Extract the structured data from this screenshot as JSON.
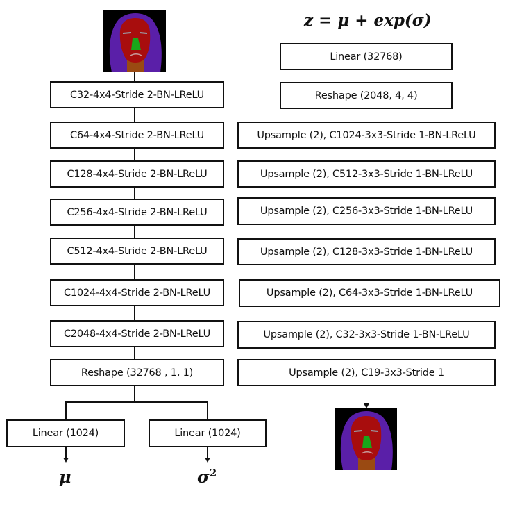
{
  "title_formula": {
    "lhs": "z",
    "eq": "=",
    "rhs": "μ + exp(σ)"
  },
  "encoder": {
    "input_image": "face-segmentation-map",
    "layers": [
      "C32-4x4-Stride 2-BN-LReLU",
      "C64-4x4-Stride 2-BN-LReLU",
      "C128-4x4-Stride 2-BN-LReLU",
      "C256-4x4-Stride 2-BN-LReLU",
      "C512-4x4-Stride 2-BN-LReLU",
      "C1024-4x4-Stride 2-BN-LReLU",
      "C2048-4x4-Stride 2-BN-LReLU",
      "Reshape (32768 , 1, 1)"
    ],
    "heads": [
      {
        "label": "Linear (1024)",
        "output": "μ"
      },
      {
        "label": "Linear (1024)",
        "output": "σ",
        "output_sup": "2"
      }
    ]
  },
  "decoder": {
    "layers": [
      "Linear (32768)",
      "Reshape (2048, 4, 4)",
      "Upsample (2), C1024-3x3-Stride 1-BN-LReLU",
      "Upsample (2), C512-3x3-Stride 1-BN-LReLU",
      "Upsample (2), C256-3x3-Stride 1-BN-LReLU",
      "Upsample (2), C128-3x3-Stride 1-BN-LReLU",
      "Upsample (2), C64-3x3-Stride 1-BN-LReLU",
      "Upsample (2), C32-3x3-Stride 1-BN-LReLU",
      "Upsample (2), C19-3x3-Stride 1"
    ],
    "output_image": "face-segmentation-map"
  },
  "colors": {
    "line": "#111111",
    "face_bg": "#000000",
    "hair": "#5a1fa8",
    "skin": "#a80d0d",
    "nose": "#1aa61a",
    "neck": "#9a4a12",
    "brows": "#9aa6b0"
  }
}
